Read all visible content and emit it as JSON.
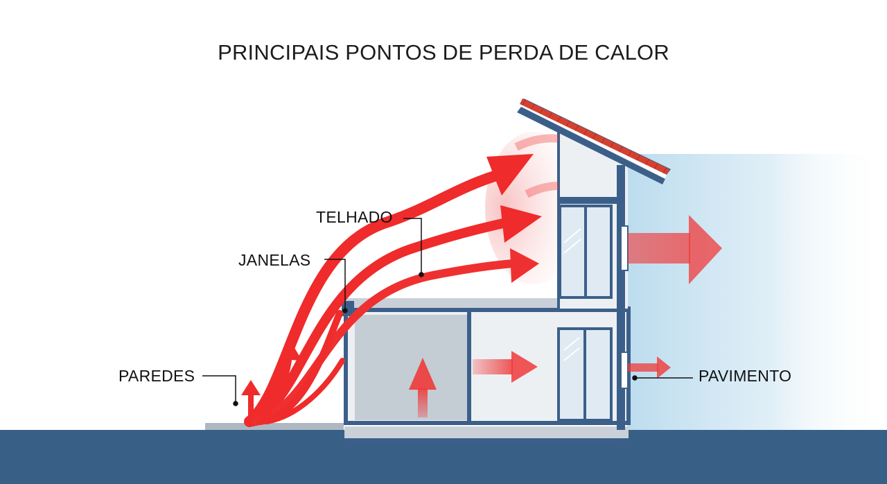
{
  "title": "PRINCIPAIS PONTOS DE PERDA DE CALOR",
  "labels": {
    "telhado": "TELHADO",
    "janelas": "JANELAS",
    "paredes": "PAREDES",
    "pavimento": "PAVIMENTO"
  },
  "colors": {
    "ground": "#385f86",
    "structure": "#3c5f8a",
    "roof_tile": "#d6412f",
    "heat_arrow": "#ef2b2b",
    "wall_fill": "#edf0f3",
    "room_shade": "#c4ccd4",
    "cold_gradient": "#cfe6f3"
  },
  "icons": [
    "heat-arrow-icon",
    "window-icon",
    "roof-icon"
  ]
}
